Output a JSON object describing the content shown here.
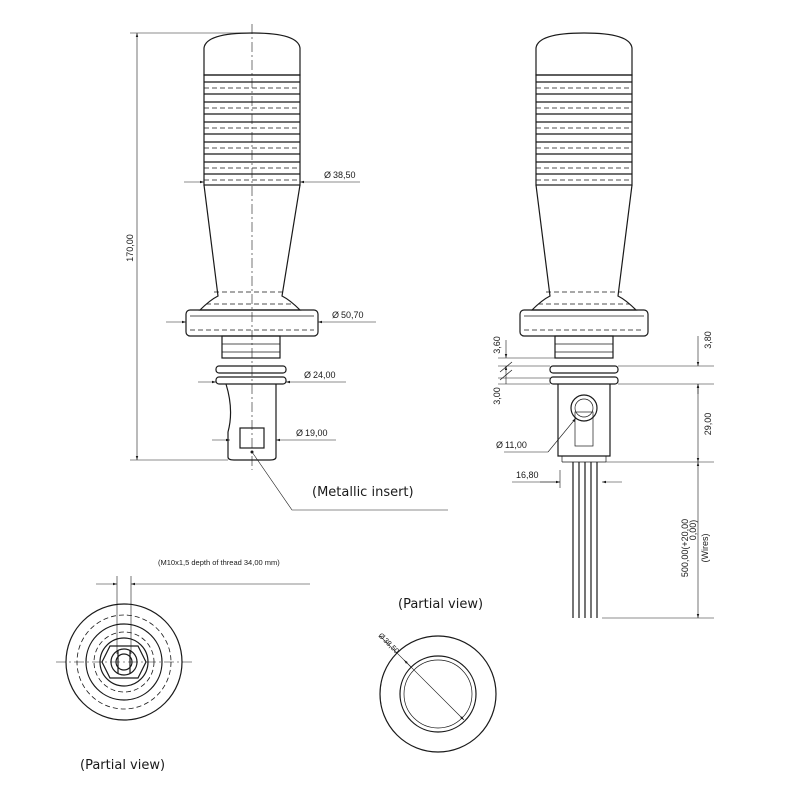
{
  "dimensions": {
    "overall_height": "170,00",
    "diameter_top": "38,50",
    "diameter_flange": "50,70",
    "diameter_nut": "24,00",
    "diameter_base": "19,00",
    "diameter_hole": "11,00",
    "side_offset": "16,80",
    "dim_360": "3,60",
    "dim_300": "3,00",
    "dim_380": "3,80",
    "dim_2900": "29,00",
    "wires_length": "500,00",
    "wires_tol_upper": "+20,00",
    "wires_tol_lower": "0,00",
    "wires_note": "(Wires)",
    "partial_diameter": "38,50"
  },
  "symbols": {
    "diameter": "Ø",
    "tol_open": "(",
    "tol_close": ")"
  },
  "labels": {
    "metallic_insert": "(Metallic insert)",
    "partial_view_right": "(Partial view)",
    "partial_view_left": "(Partial view)",
    "thread_note": "(M10x1,5 depth of thread 34,00 mm)"
  }
}
